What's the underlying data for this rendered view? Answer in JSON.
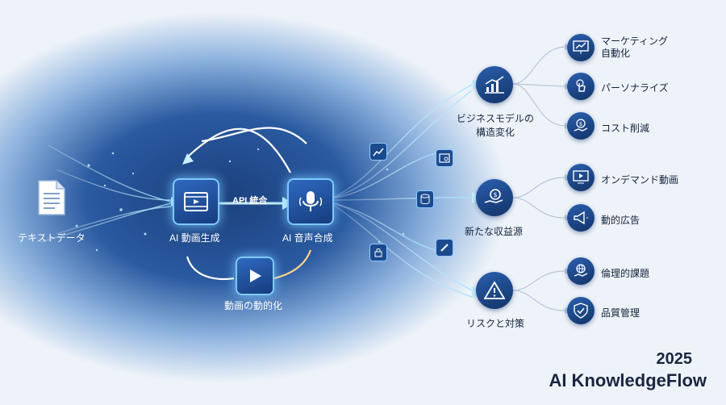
{
  "source": {
    "label": "テキストデータ"
  },
  "pipeline": {
    "video_gen": "AI 動画生成",
    "api_link": "API 統合",
    "voice_synth": "AI 音声合成",
    "dynamic_video": "動画の動的化"
  },
  "hubs": {
    "business": {
      "label_line1": "ビジネスモデルの",
      "label_line2": "構造変化"
    },
    "revenue": {
      "label": "新たな収益源"
    },
    "risk": {
      "label": "リスクと対策"
    }
  },
  "outcomes": {
    "marketing": {
      "line1": "マーケティング",
      "line2": "自動化"
    },
    "personalize": "パーソナライズ",
    "cost": "コスト削減",
    "ondemand": "オンデマンド動画",
    "ads": "動的広告",
    "ethics": "倫理的課題",
    "quality": "品質管理"
  },
  "footer": {
    "year": "2025",
    "brand": "AI KnowledgeFlow"
  },
  "colors": {
    "accent": "#7fc8ff",
    "node_fill": "#1f4f98",
    "text": "#1d2c44",
    "glow": "#aee6ff"
  }
}
